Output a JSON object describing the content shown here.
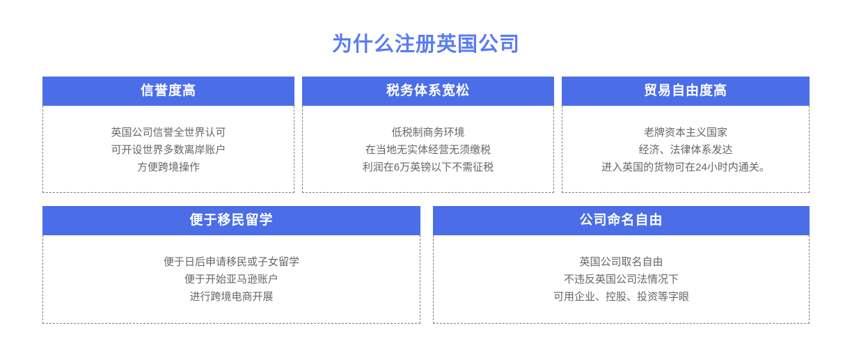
{
  "page": {
    "title": "为什么注册英国公司",
    "accent_color": "#4b6ee8",
    "title_color": "#5a7cf0",
    "body_text_color": "#666666",
    "background_color": "#ffffff",
    "border_style": "dashed",
    "border_color": "#7a7a7a"
  },
  "rows": [
    {
      "cards": [
        {
          "header": "信誉度高",
          "lines": [
            "英国公司信誉全世界认可",
            "可开设世界多数离岸账户",
            "方便跨境操作"
          ]
        },
        {
          "header": "税务体系宽松",
          "lines": [
            "低税制商务环境",
            "在当地无实体经营无须缴税",
            "利润在6万英镑以下不需征税"
          ]
        },
        {
          "header": "贸易自由度高",
          "lines": [
            "老牌资本主义国家",
            "经济、法律体系发达",
            "进入英国的货物可在24小时内通关。"
          ]
        }
      ]
    },
    {
      "cards": [
        {
          "header": "便于移民留学",
          "lines": [
            "便于日后申请移民或子女留学",
            "便于开始亚马逊账户",
            "进行跨境电商开展"
          ]
        },
        {
          "header": "公司命名自由",
          "lines": [
            "英国公司取名自由",
            "不违反英国公司法情况下",
            "可用企业、控股、投资等字眼"
          ]
        }
      ]
    }
  ]
}
